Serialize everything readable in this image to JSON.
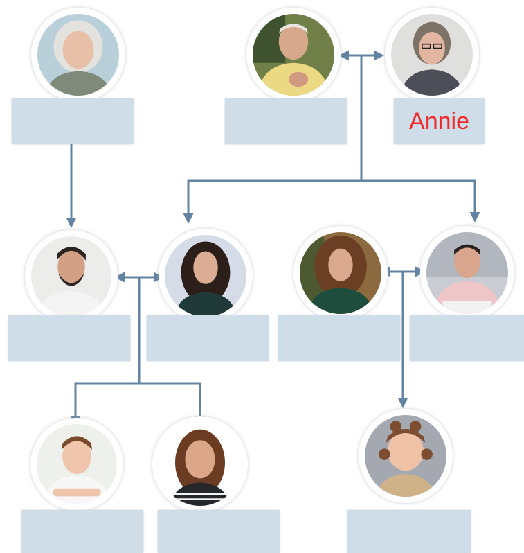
{
  "members": [
    {
      "id": "grandmother-left",
      "name": ""
    },
    {
      "id": "grandfather",
      "name": ""
    },
    {
      "id": "grandmother-annie",
      "name": "Annie"
    },
    {
      "id": "father-left",
      "name": ""
    },
    {
      "id": "mother-left",
      "name": ""
    },
    {
      "id": "woman-right",
      "name": ""
    },
    {
      "id": "man-right",
      "name": ""
    },
    {
      "id": "boy",
      "name": ""
    },
    {
      "id": "girl",
      "name": ""
    },
    {
      "id": "toddler",
      "name": ""
    }
  ],
  "colors": {
    "connector": "#6283a2",
    "name_box": "#cfdde9",
    "name_text": "#f02a2a"
  }
}
